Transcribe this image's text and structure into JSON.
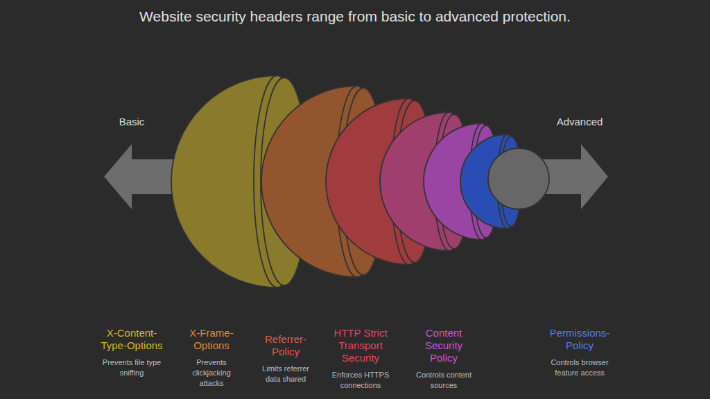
{
  "diagram": {
    "title": "Website security headers range from basic to advanced protection.",
    "labels": [
      "Basic",
      "Advanced",
      "X-Content-Type-Options",
      "Prevents file type sniffing",
      "X-Frame-Options",
      "Prevents clickjacking attacks",
      "Referrer-Policy",
      "Limits referrer data shared",
      "HTTP Strict Transport Security",
      "Enforces HTTPS connections",
      "Content Security Policy",
      "Controls content sources",
      "Permissions-Policy",
      "Controls browser feature access"
    ]
  }
}
